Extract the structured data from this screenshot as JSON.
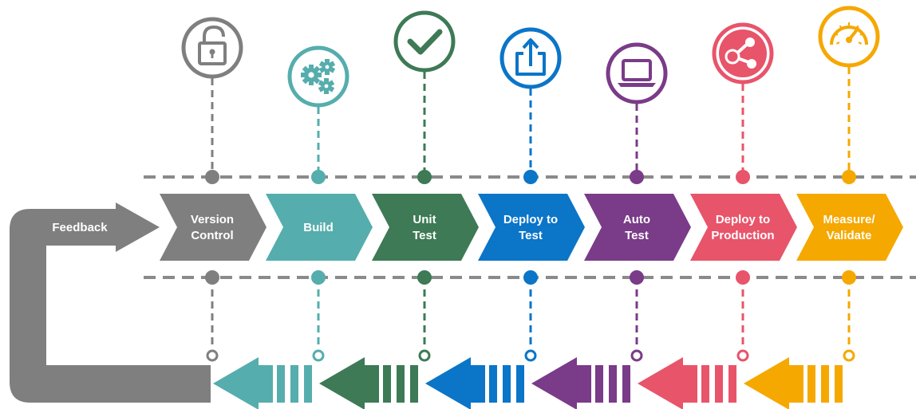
{
  "feedback": {
    "label": "Feedback",
    "color": "#7f7f7f"
  },
  "guide_color": "#8a8a8a",
  "stages": [
    {
      "key": "version-control",
      "lines": [
        "Version",
        "Control"
      ],
      "color": "#7f7f7f",
      "icon": "padlock-icon"
    },
    {
      "key": "build",
      "lines": [
        "Build"
      ],
      "color": "#56adad",
      "icon": "gears-icon"
    },
    {
      "key": "unit-test",
      "lines": [
        "Unit",
        "Test"
      ],
      "color": "#3d7a55",
      "icon": "checkmark-icon"
    },
    {
      "key": "deploy-to-test",
      "lines": [
        "Deploy to",
        "Test"
      ],
      "color": "#0b75c8",
      "icon": "upload-share-icon"
    },
    {
      "key": "auto-test",
      "lines": [
        "Auto",
        "Test"
      ],
      "color": "#7a3b88",
      "icon": "laptop-icon"
    },
    {
      "key": "deploy-to-production",
      "lines": [
        "Deploy to",
        "Production"
      ],
      "color": "#e8546a",
      "icon": "share-nodes-icon"
    },
    {
      "key": "measure-validate",
      "lines": [
        "Measure/",
        "Validate"
      ],
      "color": "#f5a800",
      "icon": "speedometer-icon"
    }
  ]
}
